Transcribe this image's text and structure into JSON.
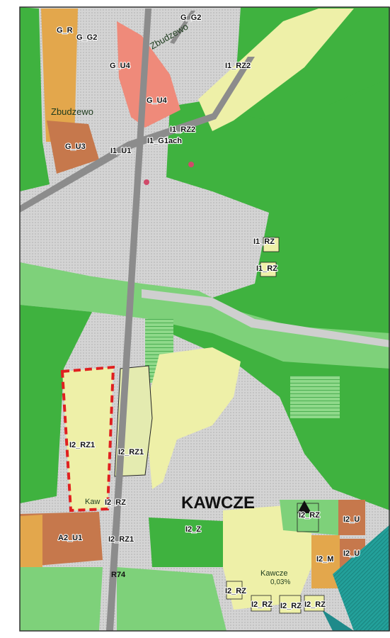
{
  "map": {
    "town_label": "KAWCZE",
    "place_labels": {
      "zbudzewo_top": "Zbudzewo",
      "zbudzewo_left": "Zbudzewo",
      "kawcze_small": "Kawcze",
      "kaw_fragment": "Kaw",
      "percent": "0,03%"
    },
    "zones": {
      "g_r": "G_R",
      "g_g2_a": "G_G2",
      "g_g2_b": "G_G2",
      "g_u4_a": "G_U4",
      "g_u4_b": "G_U4",
      "g_u3": "G_U3",
      "i1_rz2_top": "I1_RZ2",
      "i1_rz2_mid": "I1_RZ2",
      "i1_g1": "I1_G1ach",
      "i1_u1": "I1_U1",
      "i1_rz_a": "I1_RZ",
      "i1_rz_b": "I1_RZ",
      "i2_rz1_a": "I2_RZ1",
      "i2_rz1_b": "I2_RZ1",
      "i2_rz1_c": "I2_RZ1",
      "i2_rz_small": "I2_RZ",
      "a2_u1": "A2_U1",
      "i2_z": "I2_Z",
      "i2_u_a": "I2_U",
      "i2_u_b": "I2_U",
      "i2_m": "I2_M",
      "i2_rz_bottom_a": "I2_RZ",
      "i2_rz_bottom_b": "I2_RZ",
      "i2_rz_bottom_c": "I2_RZ",
      "i2_rz_bottom_d": "I2_RZ",
      "i2_rz_right": "I2_RZ",
      "r74": "R74"
    },
    "colors": {
      "forest": "#3fb23f",
      "meadow": "#7ed17a",
      "light_yellow": "#eef0a8",
      "orange": "#e3a74c",
      "salmon": "#ef8a7a",
      "brown": "#c6784c",
      "grey": "#d9d9d9",
      "road": "#8c8c8c",
      "highlight": "#e02020",
      "teal": "#1f8a8a"
    }
  }
}
